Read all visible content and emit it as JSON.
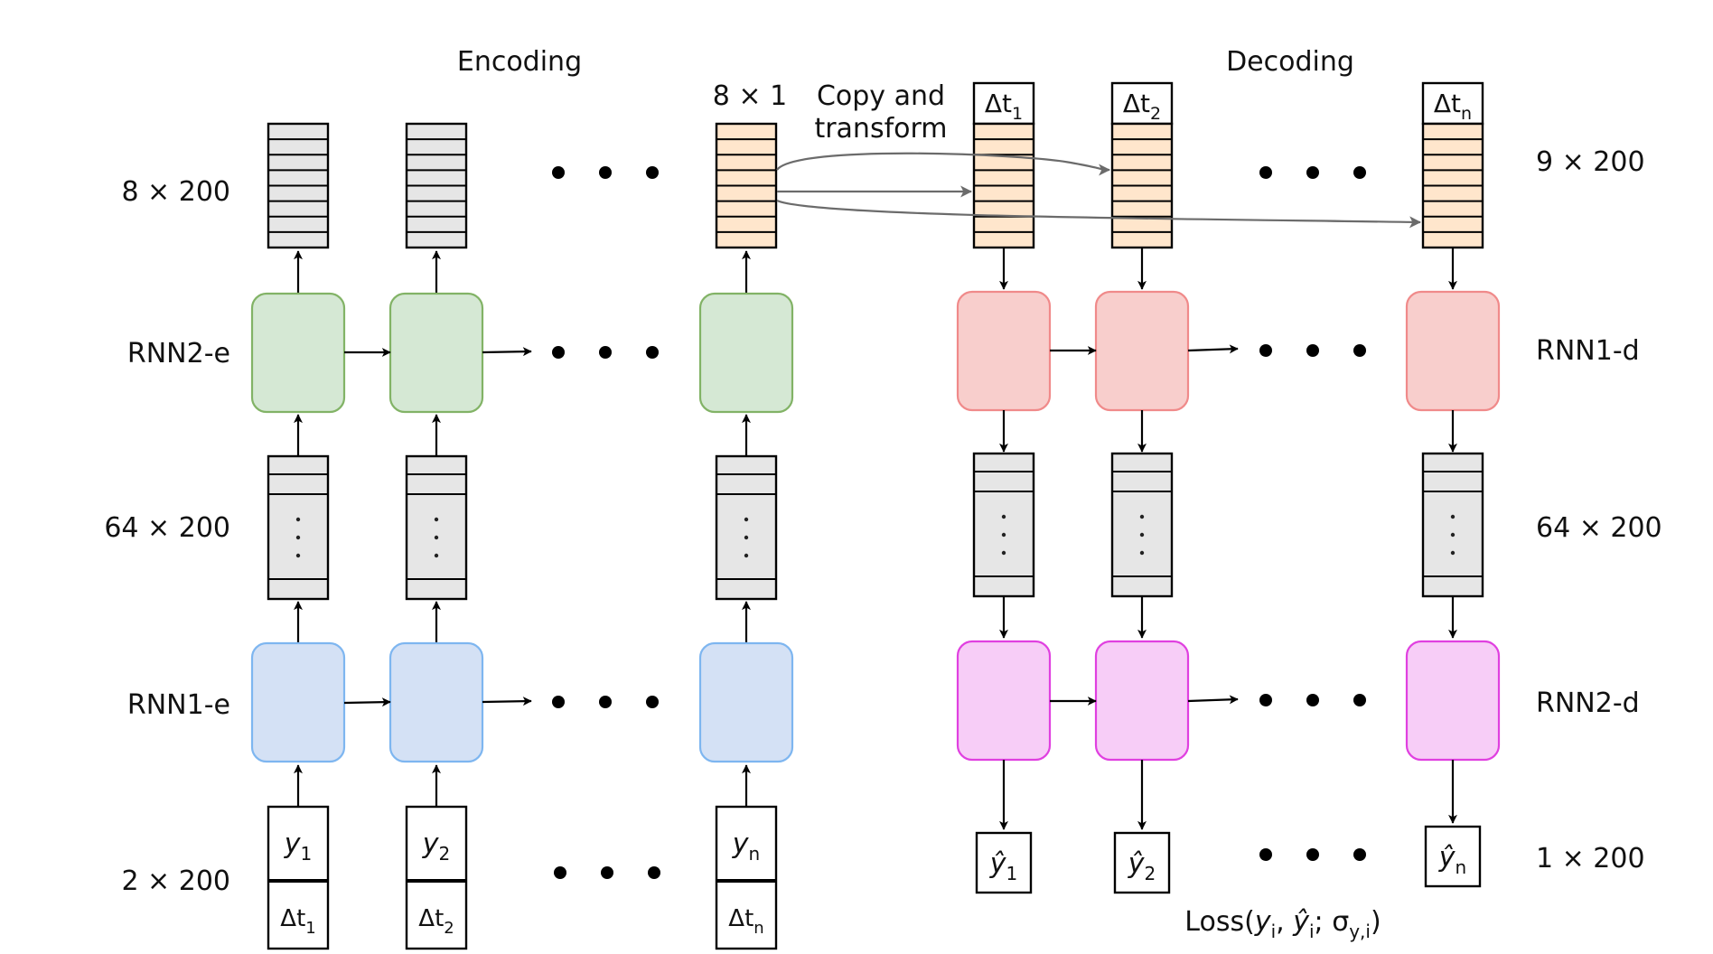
{
  "title_encoding": "Encoding",
  "title_decoding": "Decoding",
  "copy_label_1": "Copy and",
  "copy_label_2": "transform",
  "dim_8x1": "8 × 1",
  "left_labels": {
    "row1": "8 × 200",
    "row2": "RNN2-e",
    "row3": "64 × 200",
    "row4": "RNN1-e",
    "row5": "2 × 200"
  },
  "right_labels": {
    "row1": "9 × 200",
    "row2": "RNN1-d",
    "row3": "64 × 200",
    "row4": "RNN2-d",
    "row5": "1 × 200"
  },
  "inputs_y": [
    {
      "base": "y",
      "sub": "1"
    },
    {
      "base": "y",
      "sub": "2"
    },
    {
      "base": "y",
      "sub": "n"
    }
  ],
  "inputs_dt": [
    {
      "base": "Δt",
      "sub": "1"
    },
    {
      "base": "Δt",
      "sub": "2"
    },
    {
      "base": "Δt",
      "sub": "n"
    }
  ],
  "decoder_dt": [
    {
      "base": "Δt",
      "sub": "1"
    },
    {
      "base": "Δt",
      "sub": "2"
    },
    {
      "base": "Δt",
      "sub": "n"
    }
  ],
  "outputs": [
    {
      "base": "ŷ",
      "sub": "1"
    },
    {
      "base": "ŷ",
      "sub": "2"
    },
    {
      "base": "ŷ",
      "sub": "n"
    }
  ],
  "loss": {
    "prefix": "Loss(",
    "y": "y",
    "y_sub": "i",
    "yhat": "ŷ",
    "yhat_sub": "i",
    "sigma": "σ",
    "sigma_sub": "y,i",
    "suffix": ")",
    "sep1": ", ",
    "sep2": "; "
  },
  "colors": {
    "rnn2e_fill": "#d5e8d4",
    "rnn2e_stroke": "#82b366",
    "rnn1e_fill": "#d4e1f5",
    "rnn1e_stroke": "#7eb6f0",
    "rnn1d_fill": "#f8cecc",
    "rnn1d_stroke": "#f08a8a",
    "rnn2d_fill": "#f7cdf7",
    "rnn2d_stroke": "#e040e0",
    "stack_grey": "#e6e6e6",
    "stack_peach": "#ffe6cc"
  }
}
